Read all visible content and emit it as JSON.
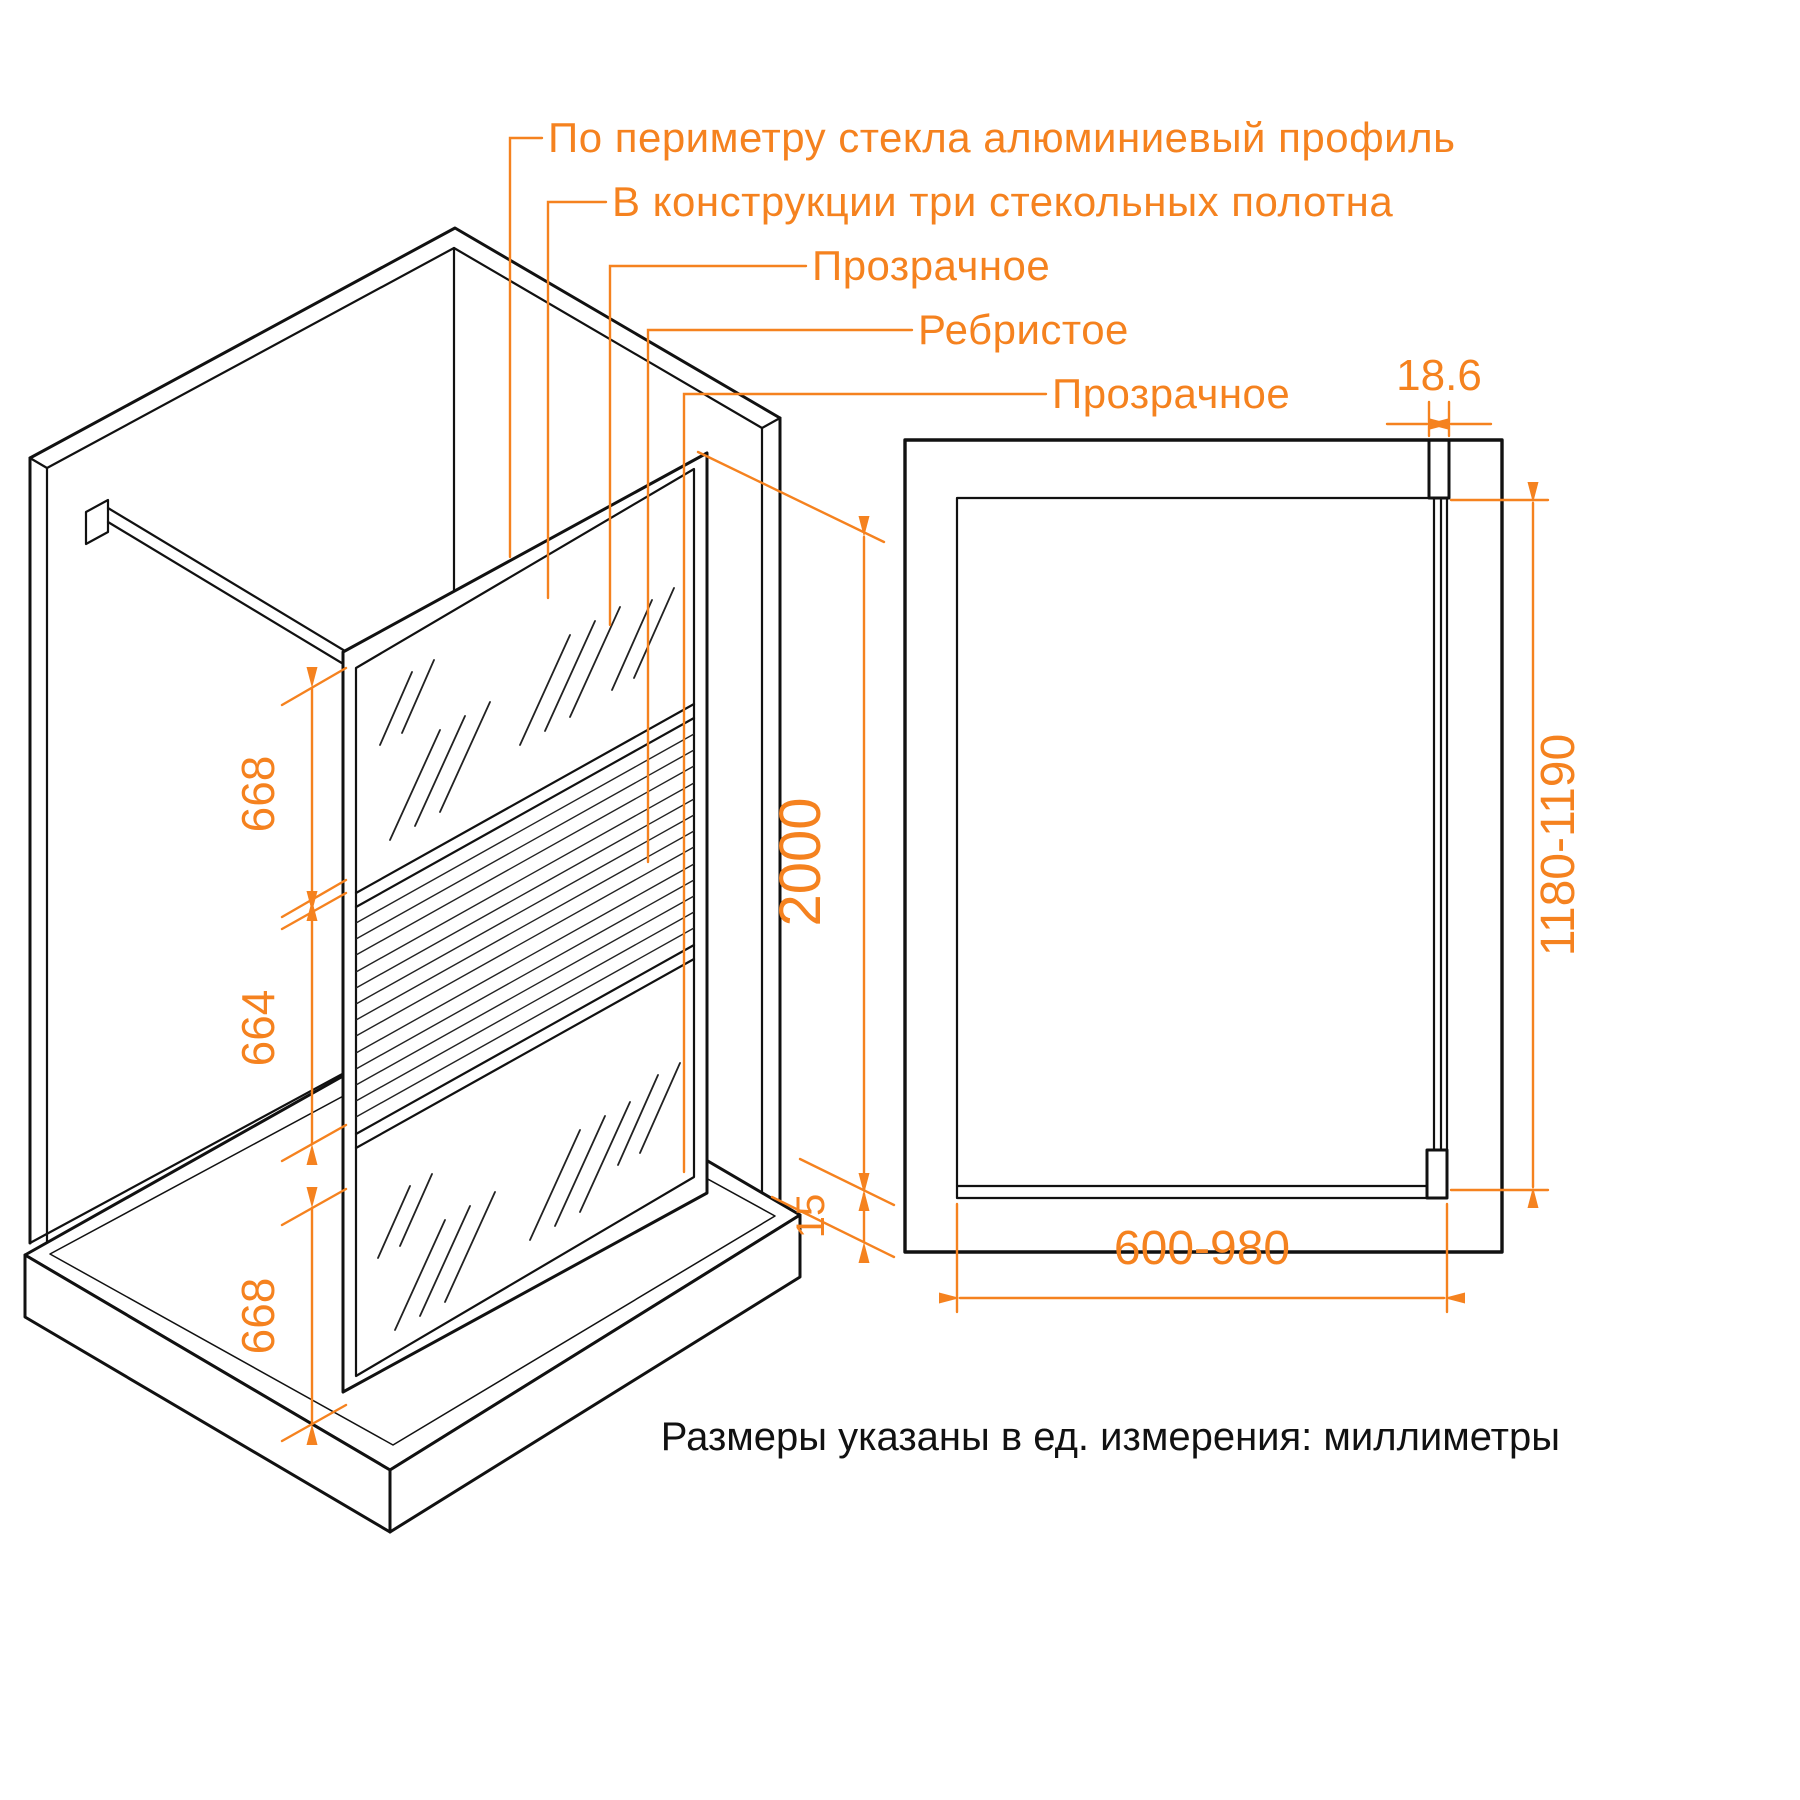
{
  "callouts": [
    {
      "label": "По периметру стекла алюминиевый профиль"
    },
    {
      "label": "В конструкции три стекольных полотна"
    },
    {
      "label": "Прозрачное"
    },
    {
      "label": "Ребристое"
    },
    {
      "label": "Прозрачное"
    }
  ],
  "iso_view": {
    "dims": {
      "section_top": "668",
      "section_middle": "664",
      "section_bottom": "668",
      "total_height": "2000",
      "base_profile": "15"
    }
  },
  "plan_view": {
    "dims": {
      "profile_thickness": "18.6",
      "bar_length": "1180-1190",
      "width_range": "600-980"
    }
  },
  "footer": {
    "note": "Размеры указаны в ед. измерения: миллиметры"
  },
  "colors": {
    "accent": "#F5821F",
    "line": "#111111"
  }
}
